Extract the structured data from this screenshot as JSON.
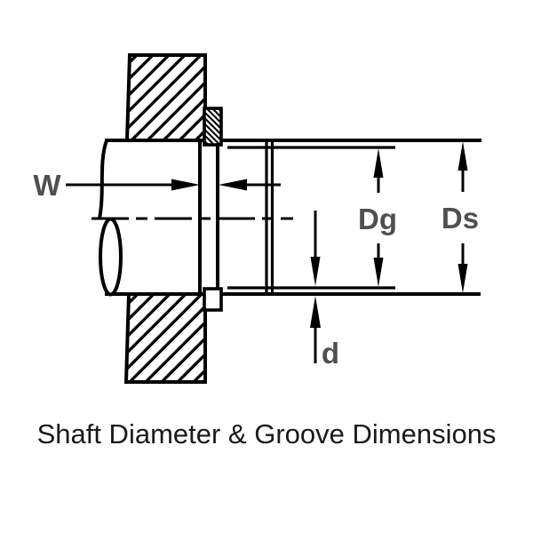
{
  "diagram": {
    "caption": "Shaft Diameter & Groove Dimensions",
    "dimensions": {
      "groove_width_label": "W",
      "groove_diameter_label": "Dg",
      "shaft_diameter_label": "Ds",
      "groove_depth_label": "d"
    },
    "colors": {
      "line": "#000000",
      "dimension_label": "#4f4f4f",
      "caption_text": "#1a1a1a",
      "background": "#ffffff"
    }
  }
}
